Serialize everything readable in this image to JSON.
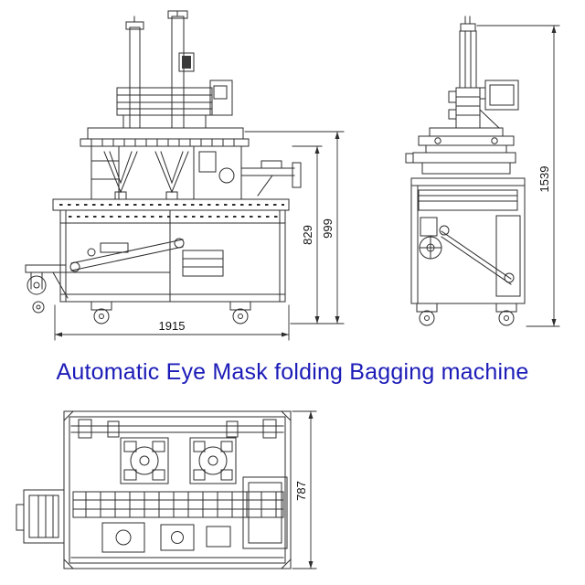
{
  "title": "Automatic Eye Mask folding Bagging machine",
  "dimensions": {
    "front_width": "1915",
    "front_upper_height": "829",
    "front_total_height": "999",
    "side_total_height": "1539",
    "top_depth": "787"
  },
  "colors": {
    "title": "#1c1cb8",
    "line": "#2e2e2e"
  }
}
